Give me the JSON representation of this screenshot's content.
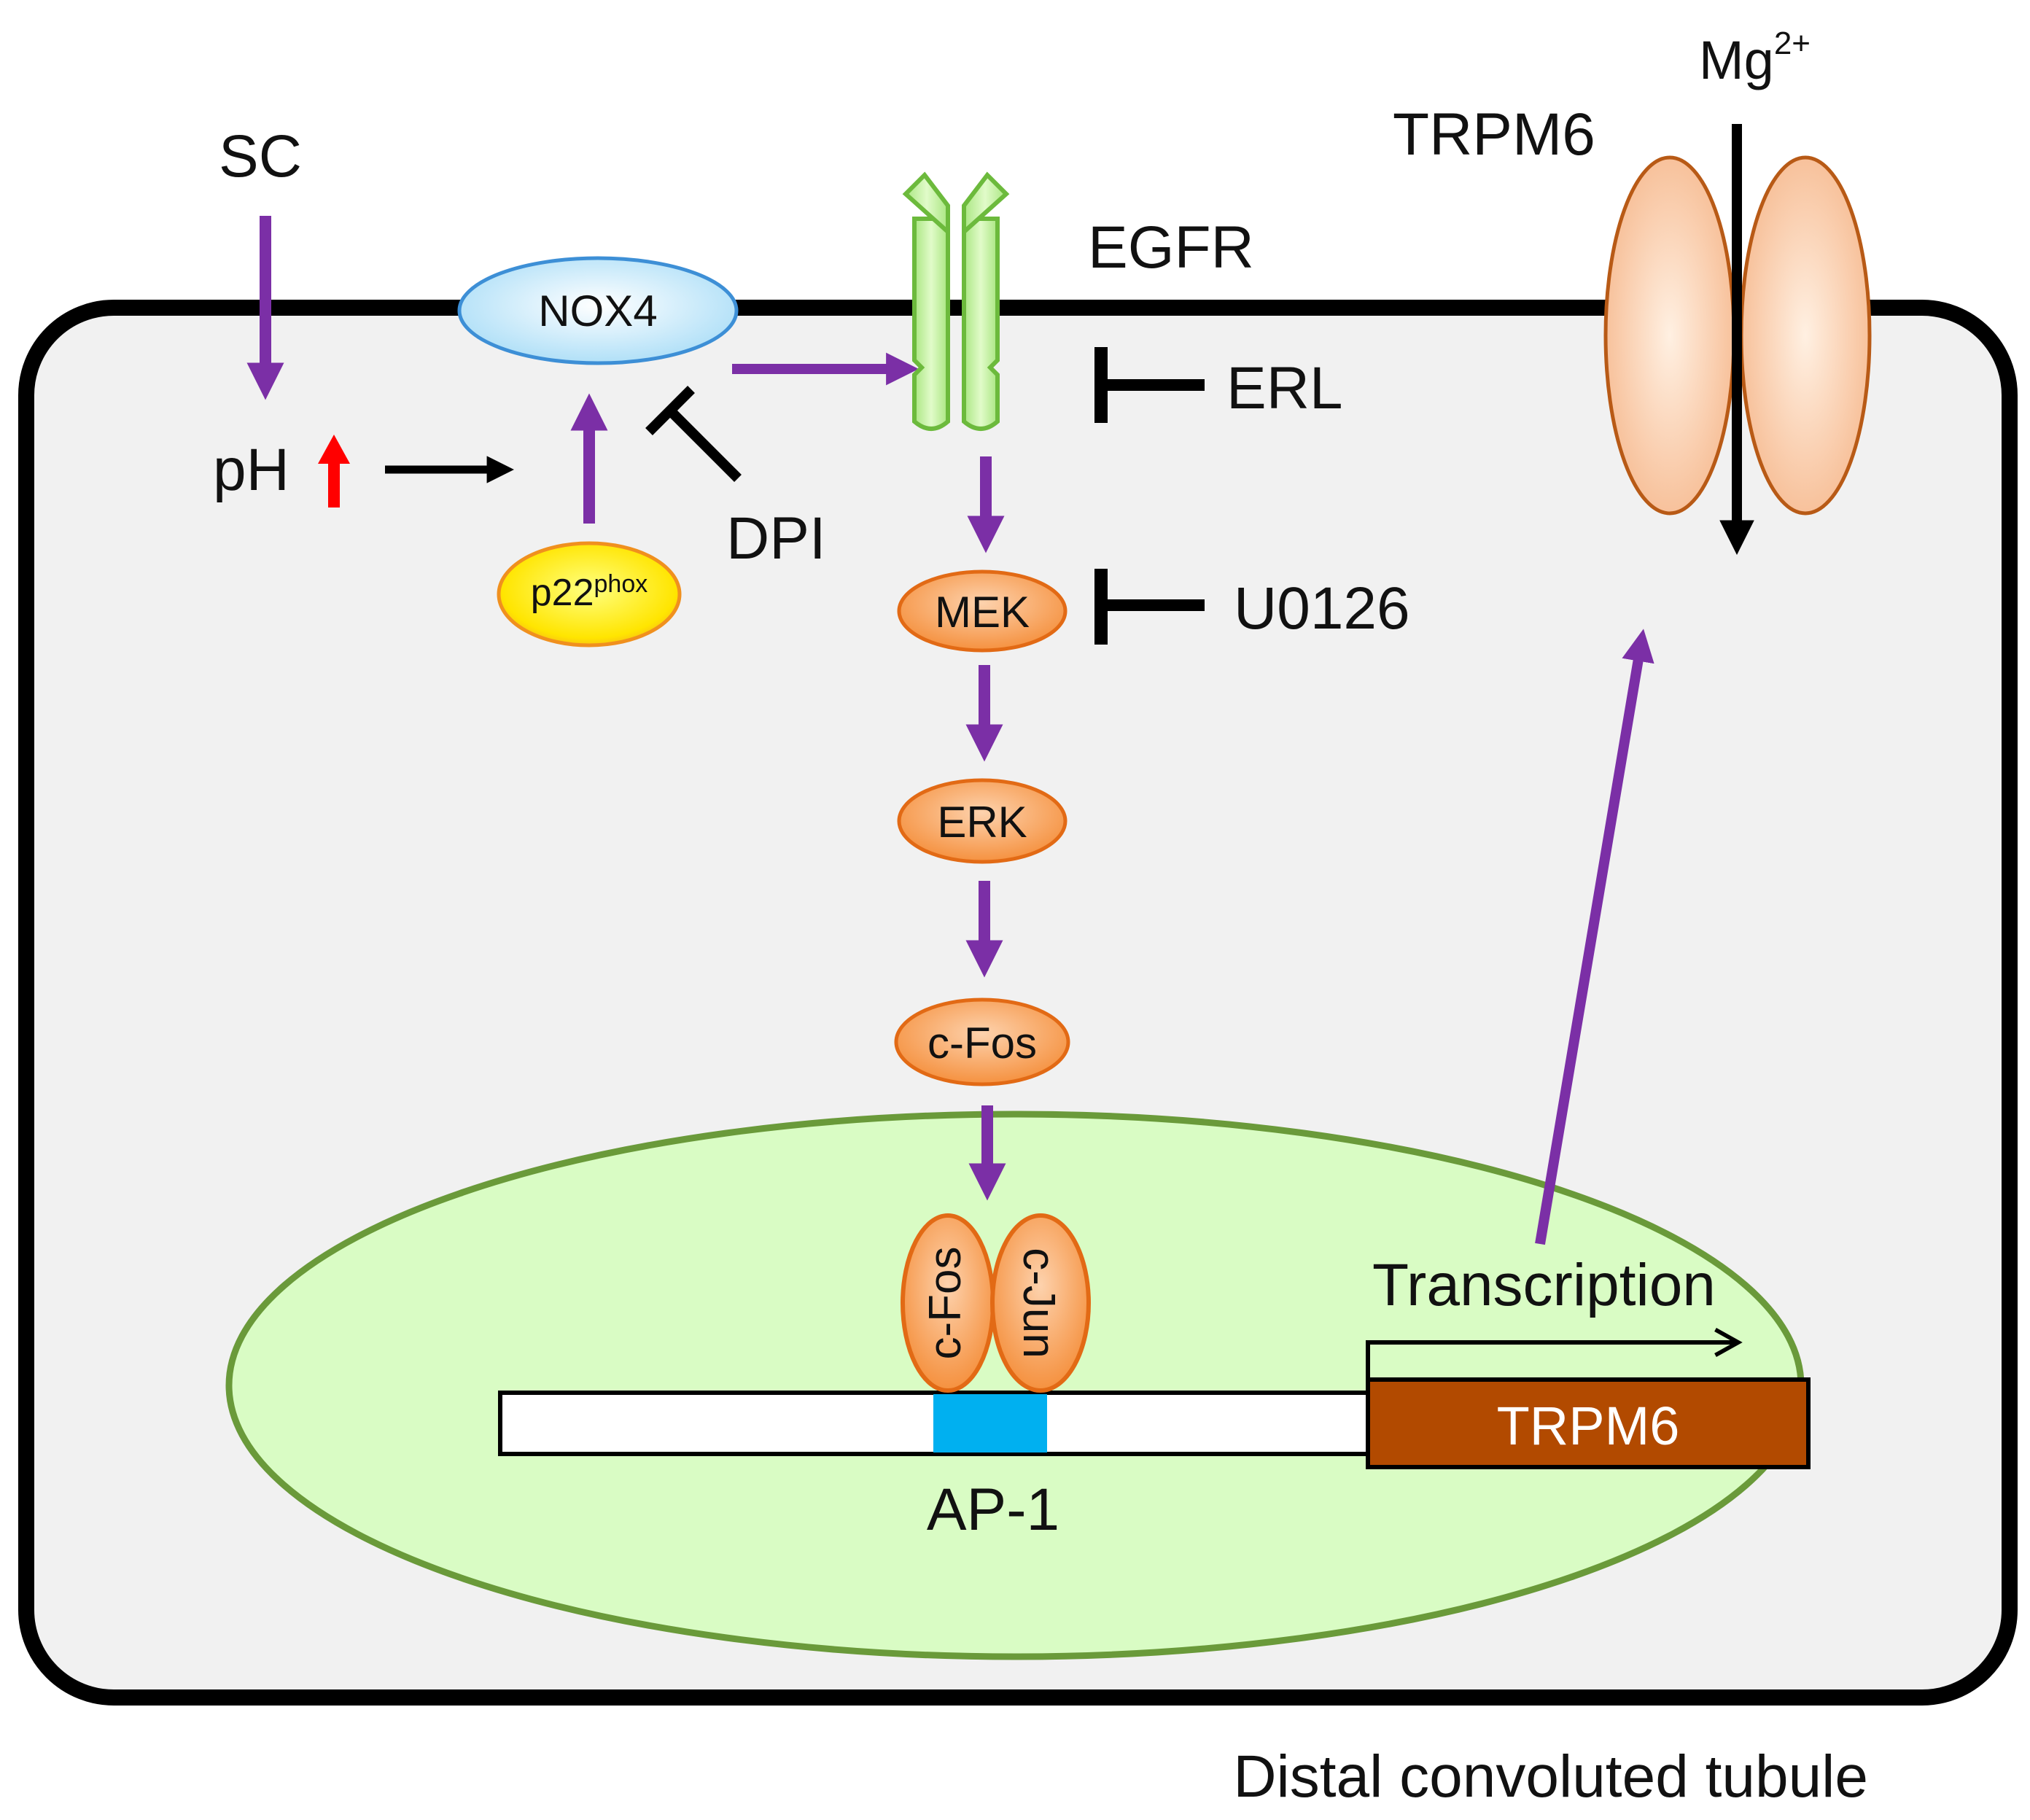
{
  "labels": {
    "sc": "SC",
    "ph": "pH",
    "nox4": "NOX4",
    "p22_base": "p22",
    "p22_sup": "phox",
    "dpi": "DPI",
    "egfr": "EGFR",
    "erl": "ERL",
    "mek": "MEK",
    "u0126": "U0126",
    "erk": "ERK",
    "cfos": "c-Fos",
    "cfos_nuc": "c-Fos",
    "cjun": "c-Jun",
    "ap1": "AP-1",
    "transcription": "Transcription",
    "trpm6_gene": "TRPM6",
    "trpm6_channel": "TRPM6",
    "mg_base": "Mg",
    "mg_sup": "2+",
    "caption": "Distal convoluted tubule"
  },
  "colors": {
    "pathway_arrow": "#7b2fa6",
    "inhibitor": "#000000",
    "ph_up_arrow": "#ff0000",
    "cell_fill": "#f1f1f1",
    "cell_border": "#000000",
    "nucleus_fill": "#d9fcc4",
    "nucleus_border": "#6a9a3a",
    "kinase_fill": "#f79a55",
    "kinase_border": "#e26a15",
    "nox4_fill": "#c8ecfb",
    "nox4_border": "#3d8fd6",
    "p22_fill": "#ffec00",
    "p22_border": "#f0901e",
    "egfr_fill": "#bff19a",
    "egfr_border": "#6cba3c",
    "ap1_site": "#00b0f0",
    "trpm6_gene_fill": "#b24a00",
    "channel_fill": "#fbd0b2",
    "channel_border": "#b85a16"
  }
}
